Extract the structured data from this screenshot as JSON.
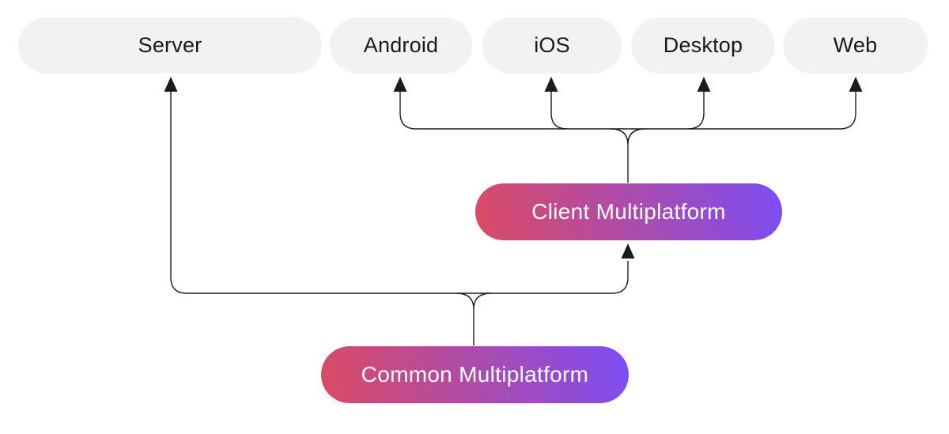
{
  "diagram": {
    "type": "architecture-flow",
    "platform_nodes": [
      {
        "id": "server",
        "label": "Server"
      },
      {
        "id": "android",
        "label": "Android"
      },
      {
        "id": "ios",
        "label": "iOS"
      },
      {
        "id": "desktop",
        "label": "Desktop"
      },
      {
        "id": "web",
        "label": "Web"
      }
    ],
    "shared_nodes": [
      {
        "id": "client-multiplatform",
        "label": "Client Multiplatform"
      },
      {
        "id": "common-multiplatform",
        "label": "Common Multiplatform"
      }
    ],
    "edges": [
      {
        "from": "common-multiplatform",
        "to": "server"
      },
      {
        "from": "common-multiplatform",
        "to": "client-multiplatform"
      },
      {
        "from": "client-multiplatform",
        "to": "android"
      },
      {
        "from": "client-multiplatform",
        "to": "ios"
      },
      {
        "from": "client-multiplatform",
        "to": "desktop"
      },
      {
        "from": "client-multiplatform",
        "to": "web"
      }
    ]
  },
  "colors": {
    "platform-pill-bg": "#f2f2f2",
    "platform-pill-text": "#191919",
    "gradient-start": "#dc4a62",
    "gradient-end": "#7c4df5",
    "shared-pill-text": "#ffffff",
    "connector": "#1c1c1c",
    "background": "#ffffff"
  }
}
